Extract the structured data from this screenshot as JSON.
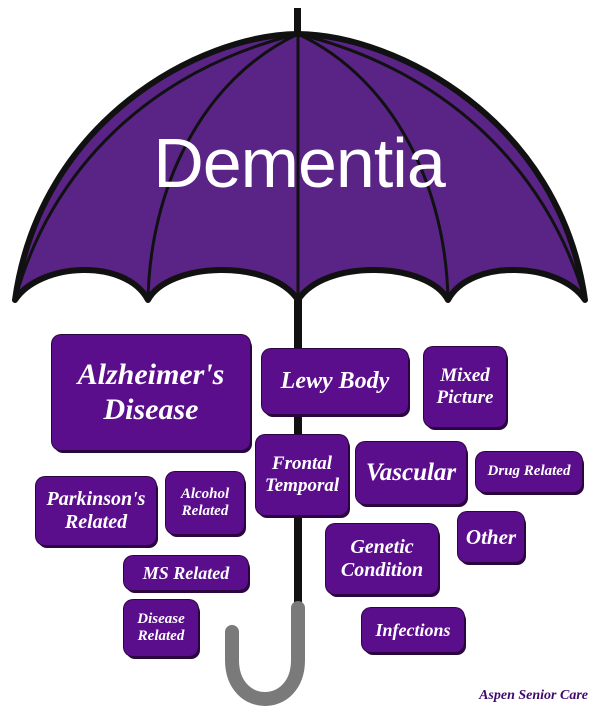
{
  "title": "Dementia",
  "colors": {
    "canopy": "#5a2487",
    "canopy_outline": "#111111",
    "box_fill": "#5b0e8c",
    "handle": "#7a7a7a",
    "text": "#ffffff",
    "credit": "#3d0a6b"
  },
  "types": {
    "alzheimers": "Alzheimer's Disease",
    "lewy_body": "Lewy Body",
    "mixed_picture": "Mixed Picture",
    "frontal_temporal": "Frontal Temporal",
    "vascular": "Vascular",
    "drug_related": "Drug Related",
    "parkinsons": "Parkinson's Related",
    "alcohol": "Alcohol Related",
    "other": "Other",
    "genetic": "Genetic Condition",
    "ms_related": "MS Related",
    "disease_related": "Disease Related",
    "infections": "Infections"
  },
  "credit": "Aspen Senior Care"
}
